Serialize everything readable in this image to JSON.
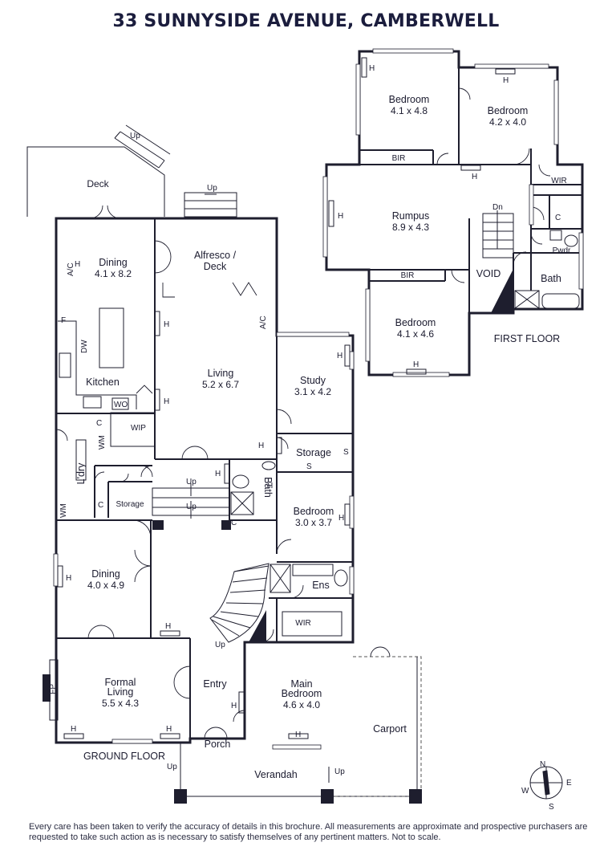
{
  "title": "33 SUNNYSIDE AVENUE, CAMBERWELL",
  "floor_labels": {
    "ground": "GROUND FLOOR",
    "first": "FIRST FLOOR"
  },
  "rooms": {
    "deck": {
      "name": "Deck"
    },
    "dining_rear": {
      "name": "Dining",
      "dims": "4.1 x 8.2"
    },
    "alfresco": {
      "name": "Alfresco /",
      "name2": "Deck"
    },
    "kitchen": {
      "name": "Kitchen"
    },
    "living": {
      "name": "Living",
      "dims": "5.2 x 6.7"
    },
    "study": {
      "name": "Study",
      "dims": "3.1 x 4.2"
    },
    "storage_mid": {
      "name": "Storage"
    },
    "laundry": {
      "name": "L'dry"
    },
    "storage_small": {
      "name": "Storage"
    },
    "bath_ground": {
      "name": "Bath"
    },
    "bedroom_ground": {
      "name": "Bedroom",
      "dims": "3.0 x 3.7"
    },
    "ens": {
      "name": "Ens"
    },
    "wir_main": {
      "name": "WIR"
    },
    "dining_front": {
      "name": "Dining",
      "dims": "4.0 x 4.9"
    },
    "formal_living": {
      "name": "Formal",
      "name2": "Living",
      "dims": "5.5 x 4.3"
    },
    "entry": {
      "name": "Entry"
    },
    "main_bedroom": {
      "name": "Main",
      "name2": "Bedroom",
      "dims": "4.6 x 4.0"
    },
    "porch": {
      "name": "Porch"
    },
    "verandah": {
      "name": "Verandah"
    },
    "carport": {
      "name": "Carport"
    },
    "bed1_first": {
      "name": "Bedroom",
      "dims": "4.1 x 4.8"
    },
    "bed2_first": {
      "name": "Bedroom",
      "dims": "4.2 x 4.0"
    },
    "rumpus": {
      "name": "Rumpus",
      "dims": "8.9 x 4.3"
    },
    "bed3_first": {
      "name": "Bedroom",
      "dims": "4.1 x 4.6"
    },
    "bath_first": {
      "name": "Bath"
    },
    "void": {
      "name": "VOID"
    },
    "bir1": {
      "name": "BIR"
    },
    "bir2": {
      "name": "BIR"
    },
    "wir_first": {
      "name": "WIR"
    },
    "pwdr": {
      "name": "Pwdr"
    }
  },
  "fixture_labels": {
    "heater": "H",
    "aircon": "A/C",
    "fridge": "F",
    "dishwasher": "DW",
    "wall_oven": "WO",
    "walk_in_pantry": "WIP",
    "washing_machine": "WM",
    "cupboard": "C",
    "shelving": "S",
    "fireplace": "FP",
    "stair_up": "Up",
    "stair_down": "Dn"
  },
  "compass": {
    "n": "N",
    "e": "E",
    "s": "S",
    "w": "W"
  },
  "disclaimer": "Every care has been taken to verify the accuracy of details in this brochure. All measurements are approximate and prospective purchasers are requested to take such action as is necessary to satisfy themselves of any pertinent matters. Not to scale."
}
